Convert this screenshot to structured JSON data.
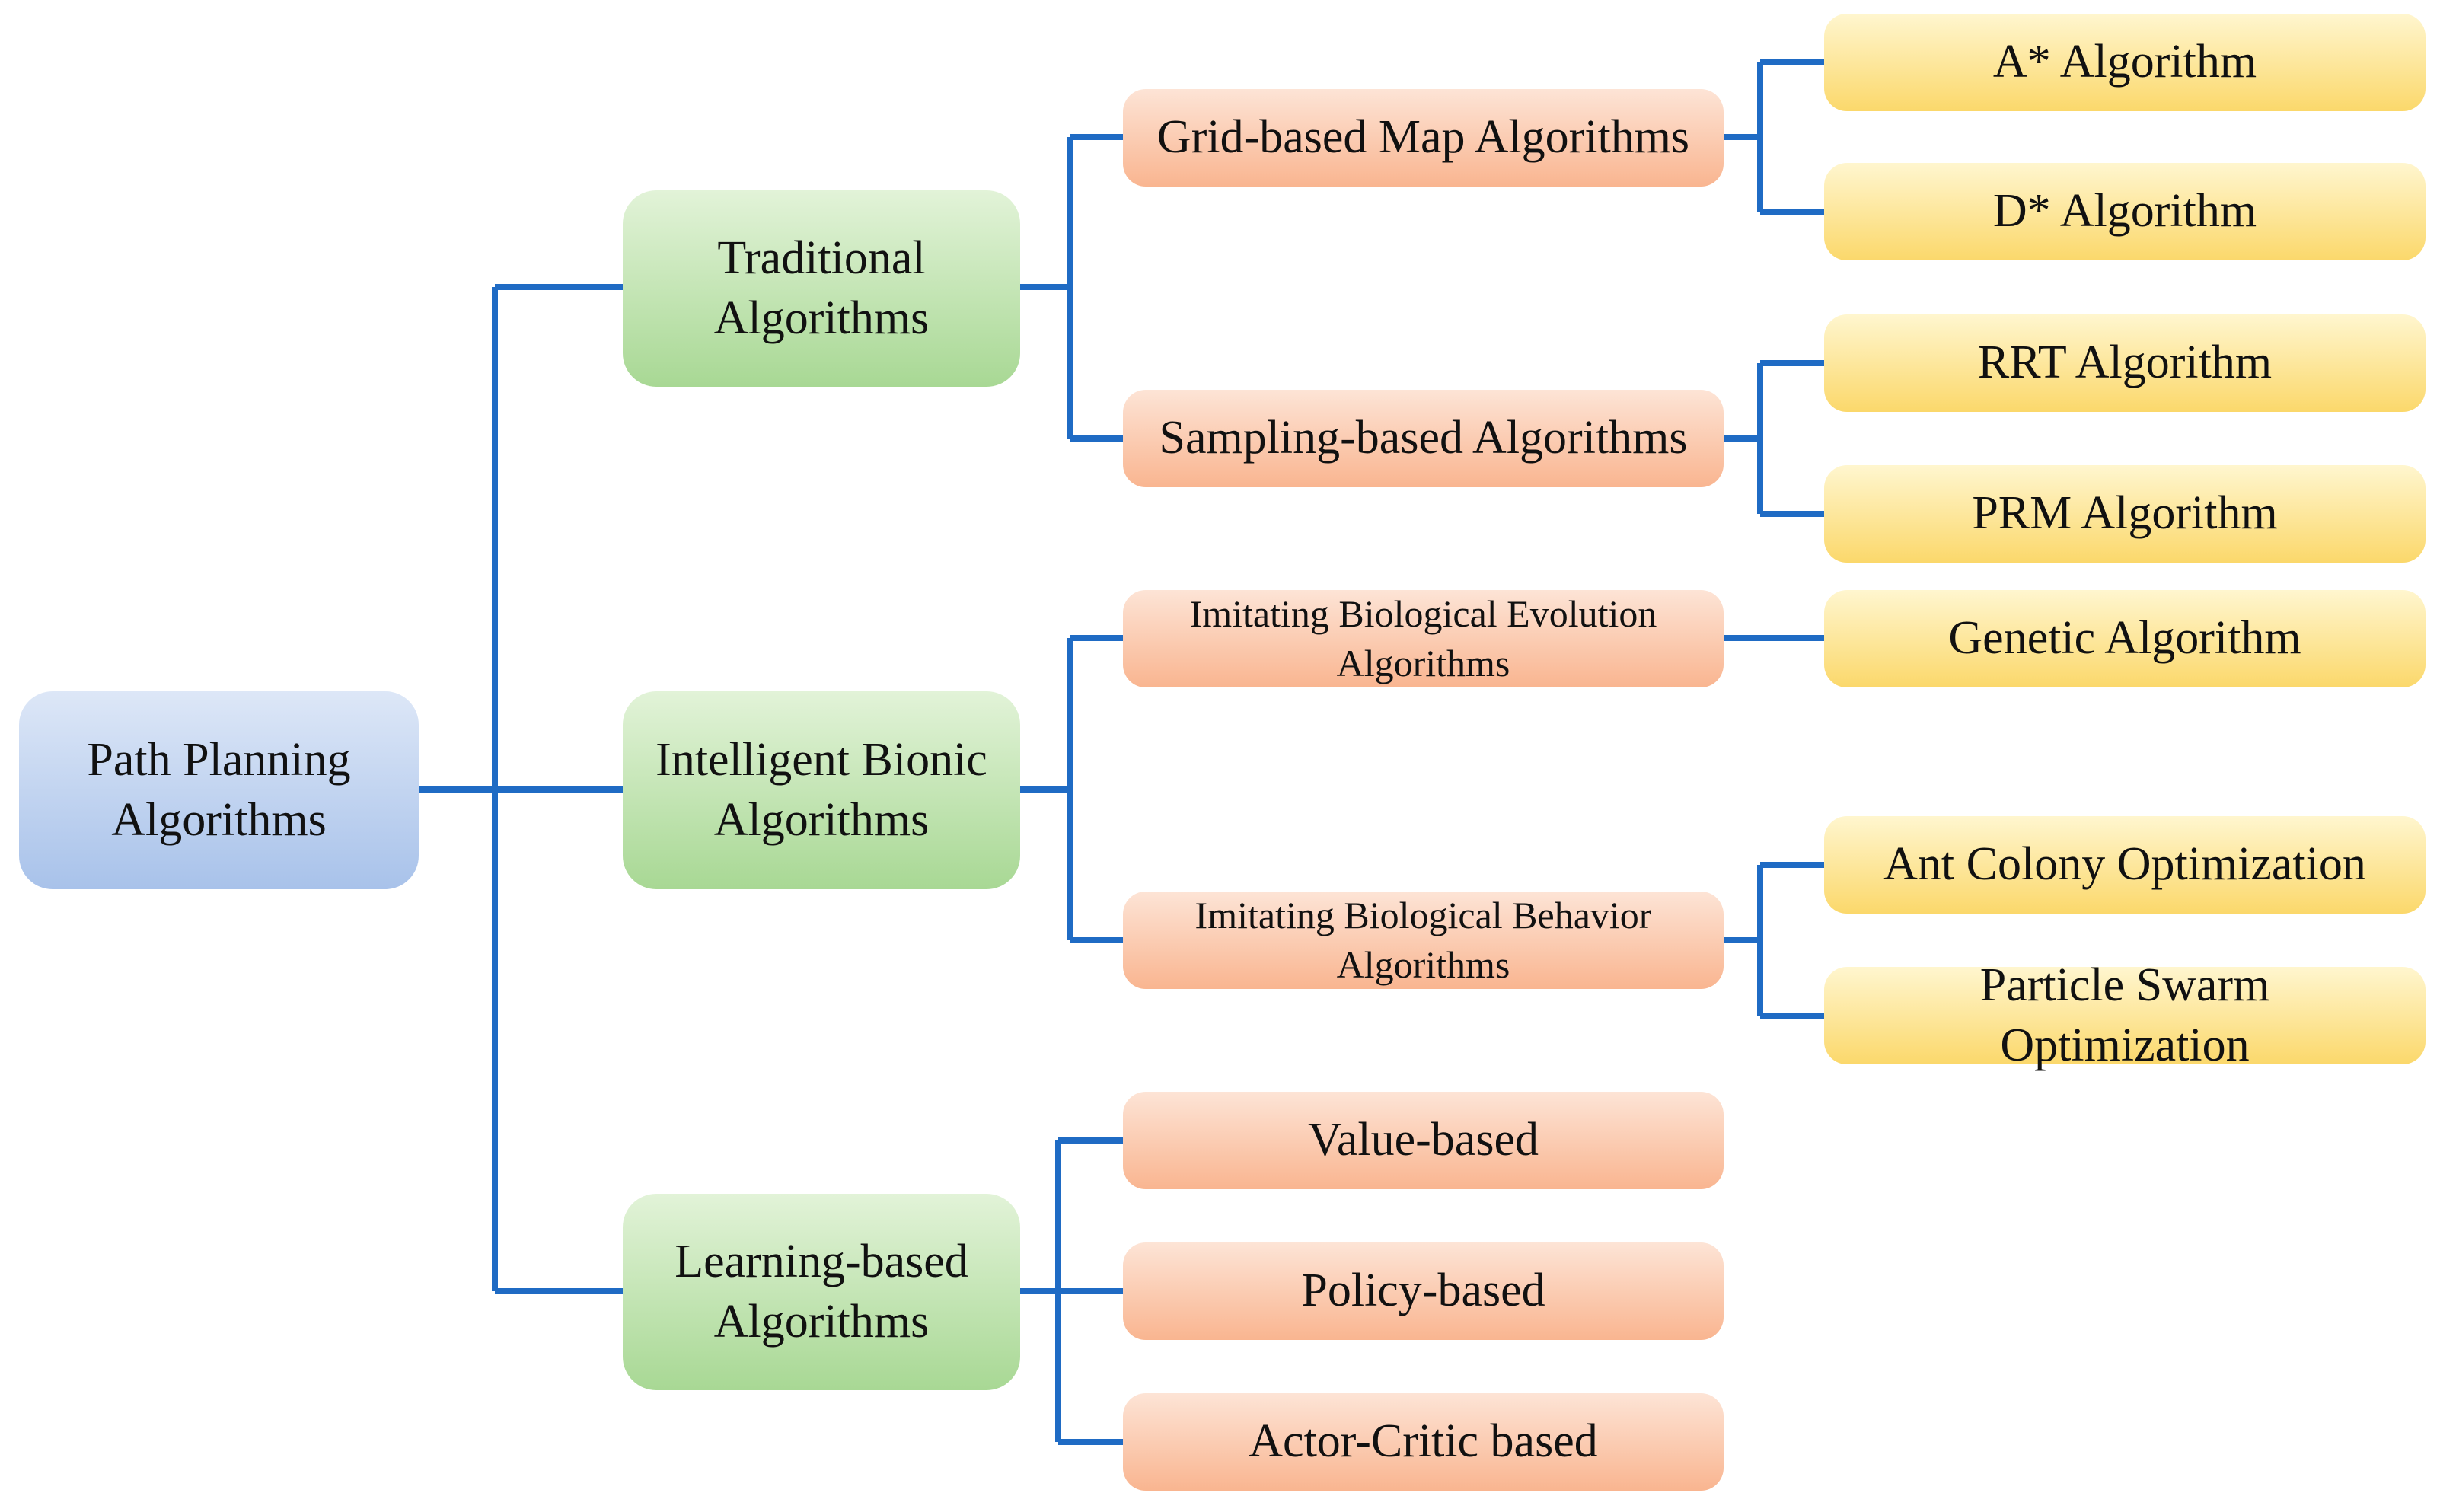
{
  "colors": {
    "connector": "#1f6bc4"
  },
  "root": {
    "label": "Path Planning\nAlgorithms"
  },
  "categories": [
    {
      "label": "Traditional\nAlgorithms"
    },
    {
      "label": "Intelligent Bionic\nAlgorithms"
    },
    {
      "label": "Learning-based\nAlgorithms"
    }
  ],
  "subcategories": [
    {
      "label": "Grid-based Map Algorithms"
    },
    {
      "label": "Sampling-based Algorithms"
    },
    {
      "label": "Imitating Biological Evolution\nAlgorithms"
    },
    {
      "label": "Imitating Biological Behavior\nAlgorithms"
    },
    {
      "label": "Value-based"
    },
    {
      "label": "Policy-based"
    },
    {
      "label": "Actor-Critic based"
    }
  ],
  "leaves": [
    {
      "label": "A* Algorithm"
    },
    {
      "label": "D* Algorithm"
    },
    {
      "label": "RRT Algorithm"
    },
    {
      "label": "PRM Algorithm"
    },
    {
      "label": "Genetic Algorithm"
    },
    {
      "label": "Ant Colony Optimization"
    },
    {
      "label": "Particle Swarm\nOptimization"
    }
  ]
}
